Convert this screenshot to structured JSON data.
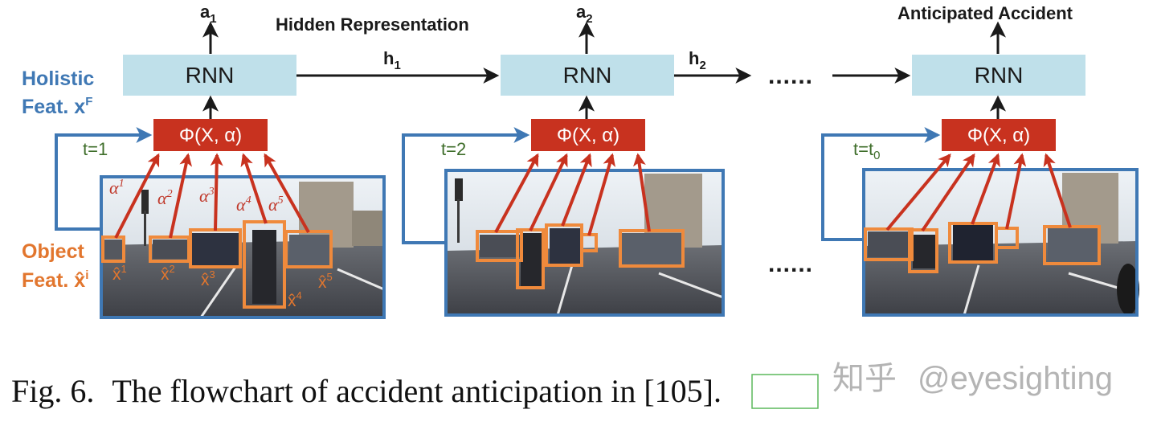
{
  "colors": {
    "rnn_fill": "#bfe0ea",
    "phi_fill": "#c8321f",
    "frame_border": "#3f78b4",
    "object_box": "#ef8a3c",
    "attention_arrow": "#c8321f",
    "feature_arrow": "#3f78b4",
    "step_label": "#3f6e2b",
    "watermark": "#b4b4b4"
  },
  "header": {
    "hidden_representation": "Hidden Representation",
    "anticipated_accident": "Anticipated Accident"
  },
  "outputs": {
    "a1": "a",
    "a1_sub": "1",
    "a2": "a",
    "a2_sub": "2"
  },
  "hidden": {
    "h1": "h",
    "h1_sub": "1",
    "h2": "h",
    "h2_sub": "2"
  },
  "rnn": {
    "label": "RNN"
  },
  "phi": {
    "label": "Φ(X, α)"
  },
  "steps": {
    "t1": "t=1",
    "t2": "t=2",
    "t0_base": "t=t",
    "t0_sub": "0"
  },
  "ellipsis": "......",
  "side_labels": {
    "holistic_line1": "Holistic",
    "holistic_line2": "Feat. x",
    "holistic_sup": "F",
    "object_line1": "Object",
    "object_line2": "Feat. x̂",
    "object_sup": "i"
  },
  "attention": {
    "symbol": "α",
    "indices": [
      "1",
      "2",
      "3",
      "4",
      "5"
    ]
  },
  "object_features": {
    "symbol": "x̂",
    "indices": [
      "1",
      "2",
      "3",
      "4",
      "5"
    ]
  },
  "caption": {
    "prefix": "Fig. 6.",
    "text": "The flowchart of accident anticipation in [",
    "ref": "105",
    "suffix": "]."
  },
  "watermark": {
    "logo": "知乎",
    "handle": "@eyesighting"
  }
}
